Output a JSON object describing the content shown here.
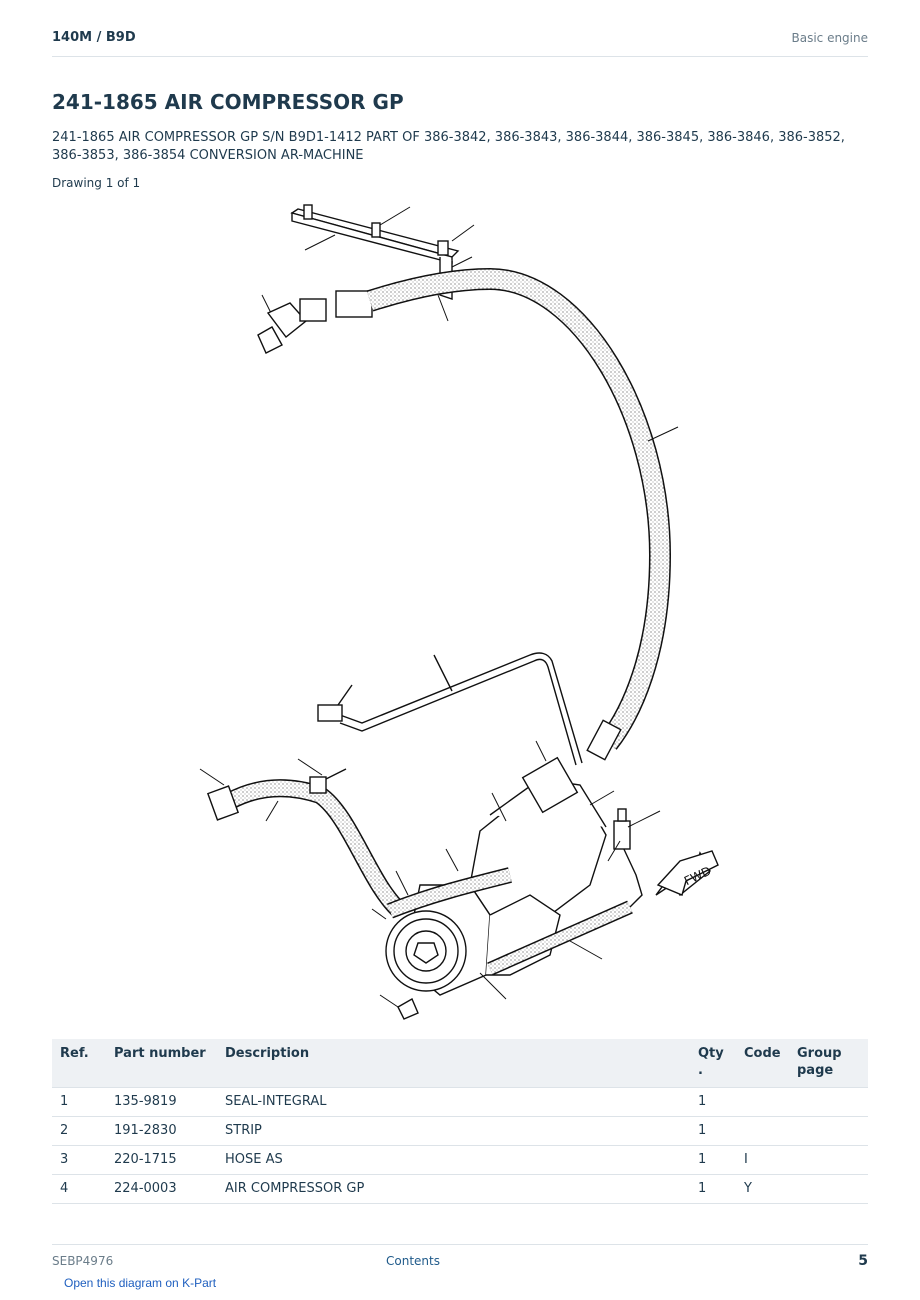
{
  "header": {
    "model": "140M  /  B9D",
    "section": "Basic engine"
  },
  "title": "241-1865 AIR COMPRESSOR GP",
  "subtitle": "241-1865 AIR COMPRESSOR GP S/N B9D1-1412 PART OF 386-3842, 386-3843, 386-3844, 386-3845, 386-3846, 386-3852, 386-3853, 386-3854 CONVERSION AR-MACHINE",
  "drawing_label": "Drawing 1 of 1",
  "diagram": {
    "fwd_label": "FWD"
  },
  "table": {
    "headers": {
      "ref": "Ref.",
      "part_number": "Part number",
      "description": "Description",
      "qty": "Qty .",
      "code": "Code",
      "group_page": "Group page"
    },
    "rows": [
      {
        "ref": "1",
        "part_number": "135-9819",
        "description": "SEAL-INTEGRAL",
        "qty": "1",
        "code": "",
        "group_page": ""
      },
      {
        "ref": "2",
        "part_number": "191-2830",
        "description": "STRIP",
        "qty": "1",
        "code": "",
        "group_page": ""
      },
      {
        "ref": "3",
        "part_number": "220-1715",
        "description": "HOSE AS",
        "qty": "1",
        "code": "I",
        "group_page": ""
      },
      {
        "ref": "4",
        "part_number": "224-0003",
        "description": "AIR COMPRESSOR GP",
        "qty": "1",
        "code": "Y",
        "group_page": ""
      }
    ]
  },
  "footer": {
    "doc_number": "SEBP4976",
    "contents_link": "Contents",
    "page_number": "5"
  },
  "kpart_link": "Open this diagram on K-Part"
}
